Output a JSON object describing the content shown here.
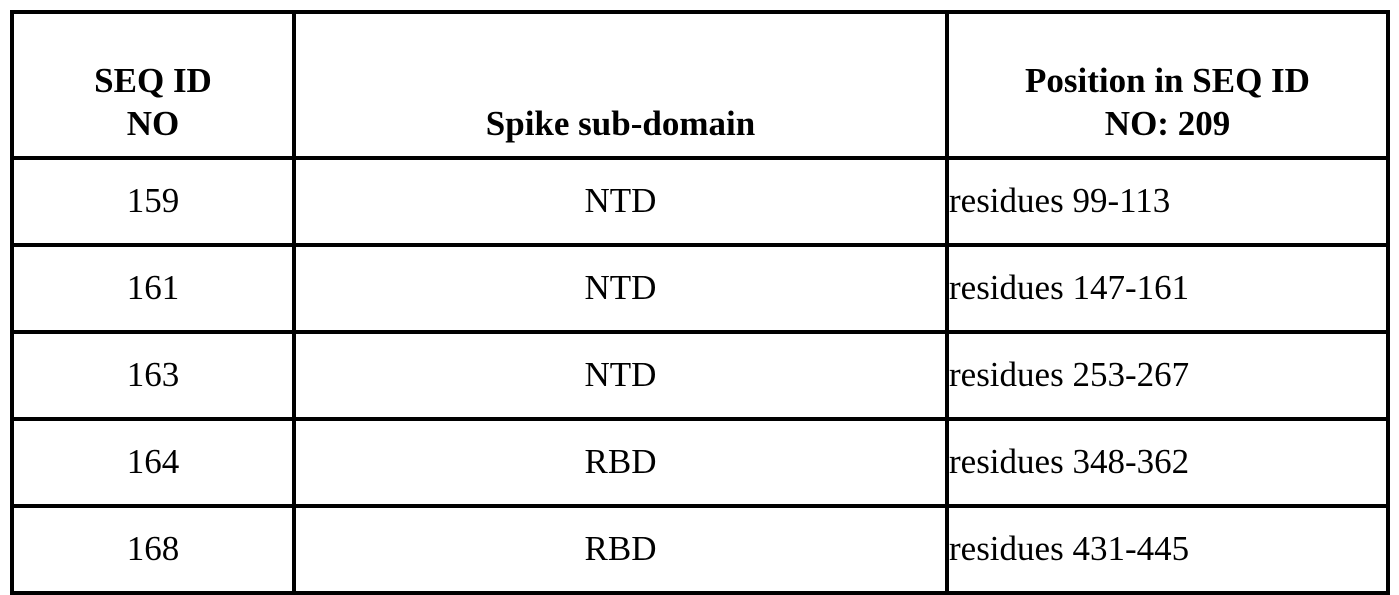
{
  "table": {
    "columns": [
      {
        "key": "seq_id_no",
        "header_lines": [
          "SEQ ID",
          "NO"
        ]
      },
      {
        "key": "spike_subdomain",
        "header_lines": [
          "Spike sub-domain"
        ]
      },
      {
        "key": "position",
        "header_lines": [
          "Position in SEQ ID",
          "NO: 209"
        ]
      }
    ],
    "rows": [
      {
        "seq_id_no": "159",
        "spike_subdomain": "NTD",
        "position": "residues 99-113"
      },
      {
        "seq_id_no": "161",
        "spike_subdomain": "NTD",
        "position": "residues 147-161"
      },
      {
        "seq_id_no": "163",
        "spike_subdomain": "NTD",
        "position": "residues 253-267"
      },
      {
        "seq_id_no": "164",
        "spike_subdomain": "RBD",
        "position": "residues 348-362"
      },
      {
        "seq_id_no": "168",
        "spike_subdomain": "RBD",
        "position": "residues 431-445"
      }
    ]
  },
  "colors": {
    "border": "#000000",
    "text": "#000000",
    "background": "#ffffff"
  }
}
